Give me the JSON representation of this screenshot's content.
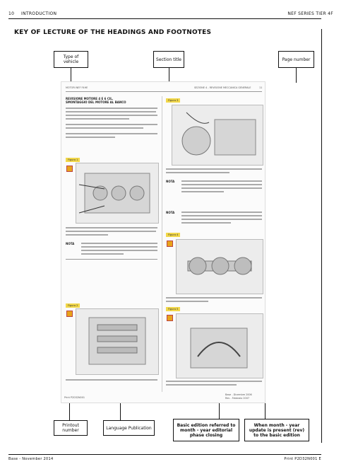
{
  "header": {
    "page_number": "10",
    "section": "INTRODUCTION",
    "series": "NEF SERIES TIER 4F"
  },
  "page_title": "KEY OF LECTURE OF THE HEADINGS AND FOOTNOTES",
  "top_callouts": {
    "type_of_vehicle": "Type of vehicle",
    "section_title": "Section title",
    "page_number": "Page number"
  },
  "bottom_callouts": {
    "printout_number": "Printout number",
    "language_publication": "Language Publication",
    "basic_edition": "Basic edition referred to month - year editorial phase closing",
    "update": "When month - year update is present (rev) to the basic edition"
  },
  "sample_page": {
    "left_running_head": "MOTORI NEF F4HE",
    "right_running_head": "SEZIONE 4 - REVISIONE MECCANICA GENERALE",
    "right_page_number": "11",
    "heading_line1": "REVISIONE MOTORE 4 E 6 CIL.",
    "heading_line2": "SMONTAGGIO DEL MOTORE AL BANCO",
    "figure_labels": [
      "Figura 1",
      "Figura 2",
      "Figura 3",
      "Figura 4",
      "Figura 5"
    ],
    "nota": "NOTA",
    "footer_left": "Print P2D32N001",
    "footer_right_line1": "Base - Dicembre 2006",
    "footer_right_line2": "Rev - Febbraio 2007"
  },
  "footer": {
    "left": "Base - November 2014",
    "right": "Print P2D32N001 E"
  }
}
